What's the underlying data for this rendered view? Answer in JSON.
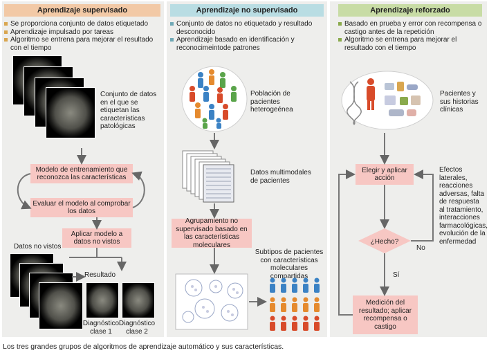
{
  "supervised": {
    "header": "Aprendizaje supervisado",
    "bullets": [
      "Se proporciona conjunto de datos etiquetado",
      "Aprendizaje impulsado por tareas",
      "Algoritmo se entrena para mejorar el resultado con el tiempo"
    ],
    "dataset_label": "Conjunto de datos en el que se etiquetan las características patológicas",
    "train_box": "Modelo de entrenamiento que reconozca las características",
    "eval_box": "Evaluar el modelo al comprobar los datos",
    "apply_box": "Aplicar modelo a datos no vistos",
    "unseen_label": "Datos no vistos",
    "result_label": "Resultado",
    "diag1": "Diagnóstico clase 1",
    "diag2": "Diagnóstico clase 2"
  },
  "unsupervised": {
    "header": "Aprendizaje no supervisado",
    "bullets": [
      "Conjunto de datos no etiquetado y resultado desconocido",
      "Aprendizaje basado en identificación y reconocimeintode patrones"
    ],
    "population_label": "Población de pacientes heterogeénea",
    "data_label": "Datos multimodales de pacientes",
    "cluster_box": "Agrupamiento no supervisado basado en las características moleculares",
    "subtypes_label": "Subtipos de pacientes con características moleculares compartidas"
  },
  "reinforcement": {
    "header": "Aprendizaje reforzado",
    "bullets": [
      "Basado en prueba y error con recompensa o castigo antes de la repetición",
      "Algoritmo se entrena para mejorar el resultado con el tiempo"
    ],
    "patients_label": "Pacientes y sus historias clínicas",
    "choose_box": "Elegir y aplicar acción",
    "done_box": "¿Hecho?",
    "no_label": "No",
    "yes_label": "Sí",
    "measure_box": "Medición del resultado; aplicar recompensa o castigo",
    "effects_label": "Efectos laterales, reacciones adversas, falta de respuesta al tratamiento, interacciones farmacológicas, evolución de la enfermedad"
  },
  "caption": "Los tres grandes grupos de algoritmos de aprendizaje automático y sus características.",
  "colors": {
    "panel_bg": "#eeeeec",
    "sup_header": "#f2c9a6",
    "unsup_header": "#b9dde3",
    "rein_header": "#c8dca5",
    "sup_bullet": "#d9a64f",
    "unsup_bullet": "#6fa8b5",
    "rein_bullet": "#8aaa4c",
    "process_box": "#f7c7c3",
    "blue_person": "#3b82c4",
    "red_person": "#d84b2a",
    "orange_person": "#e58a2e",
    "green_person": "#5aa44a"
  }
}
